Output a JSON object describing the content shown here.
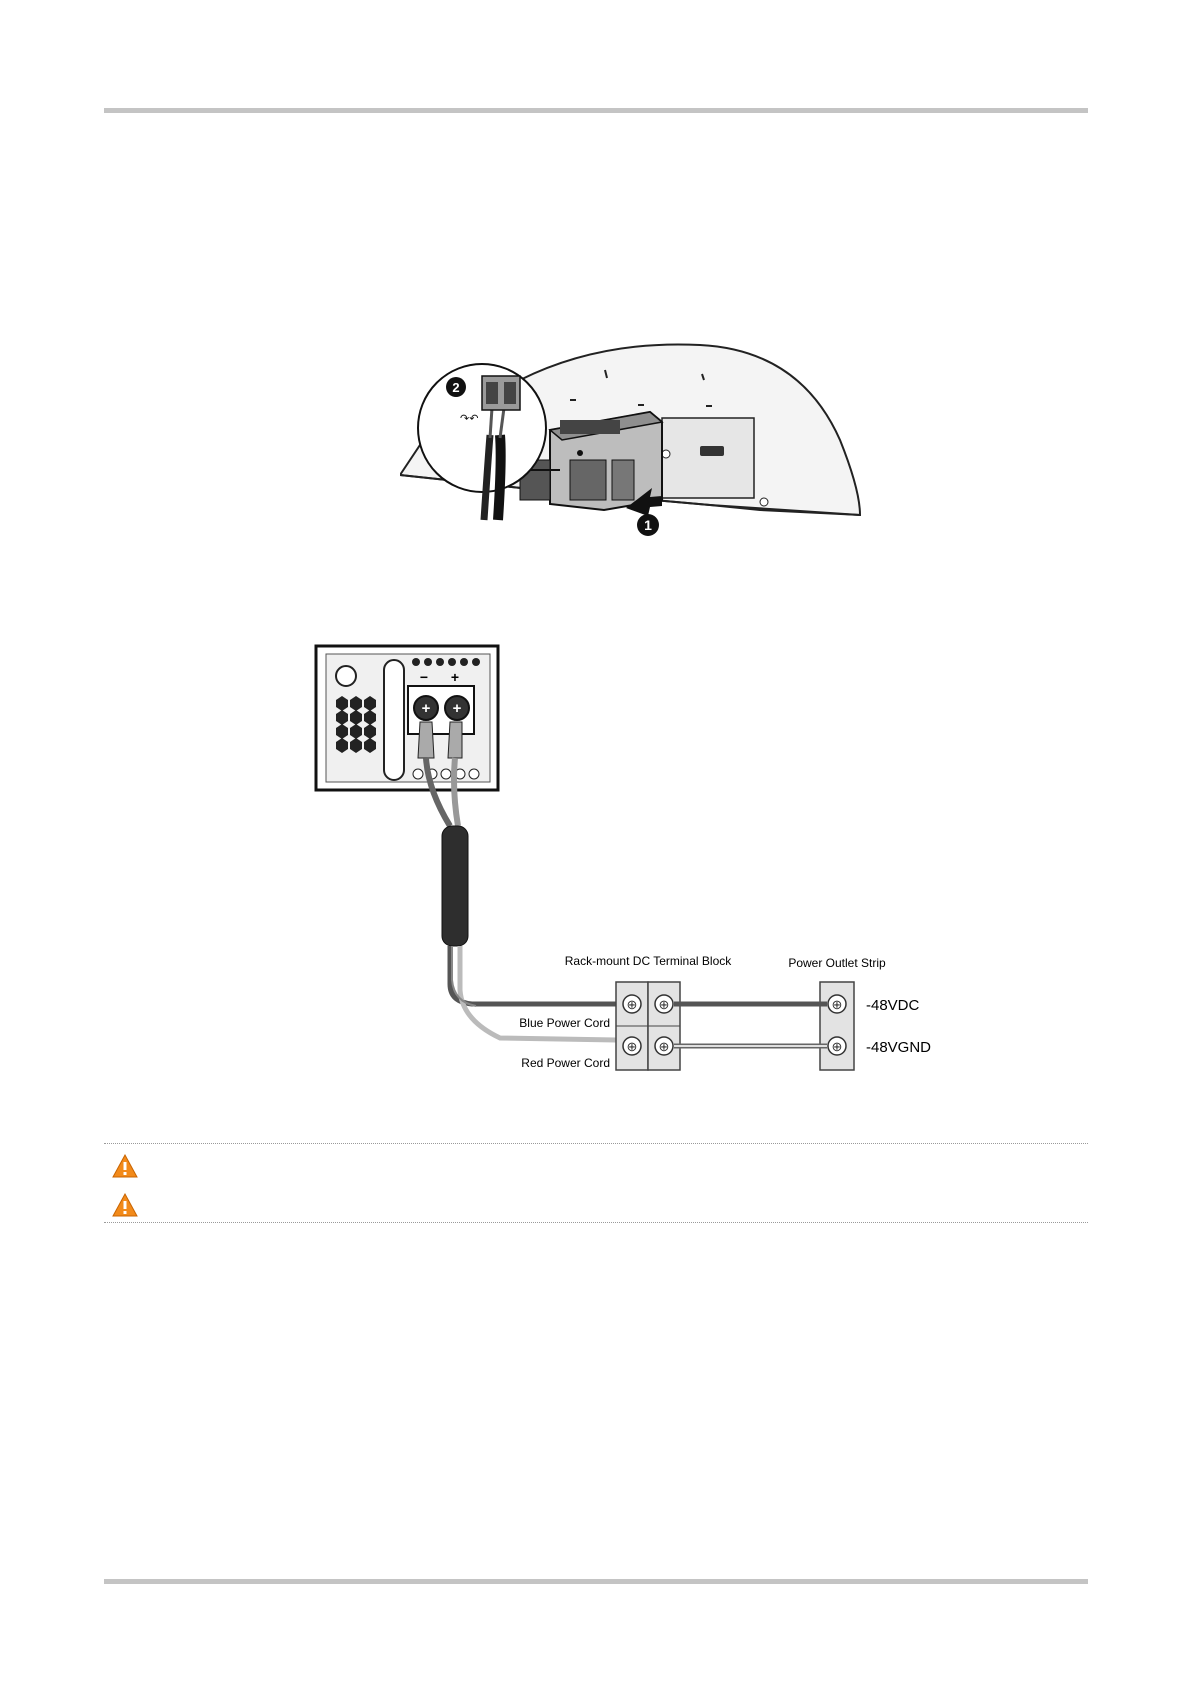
{
  "figure_install": {
    "step_1": "1",
    "step_2": "2"
  },
  "figure_wiring": {
    "terminal_block_label": "Rack-mount DC Terminal Block",
    "outlet_strip_label": "Power Outlet Strip",
    "blue_cord_label": "Blue Power Cord",
    "red_cord_label": "Red Power Cord",
    "vdc_label": "-48VDC",
    "vgnd_label": "-48VGND",
    "minus_sign": "−",
    "plus_sign": "+"
  },
  "warnings": [
    {
      "icon": "warning-icon",
      "color": "#f28a1a"
    },
    {
      "icon": "warning-icon",
      "color": "#f28a1a"
    }
  ]
}
